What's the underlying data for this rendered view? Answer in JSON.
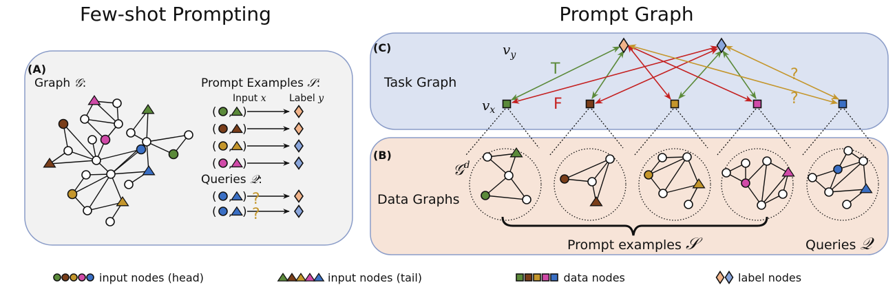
{
  "colors": {
    "green": "#5b8a3a",
    "brown": "#7a3e1a",
    "gold": "#c4962c",
    "pink": "#d04aa8",
    "blue": "#3a6fc4",
    "label_orange": "#f2b48a",
    "label_blue": "#8aa6dc",
    "edge_true": "#5b8a3a",
    "edge_false": "#c42020",
    "edge_query": "#c4962c",
    "panel_a_bg": "#f2f2f2",
    "panel_c_bg": "#dce3f2",
    "panel_b_bg": "#f7e4d8",
    "panel_border": "#8a9cc8"
  },
  "left": {
    "title": "Few-shot Prompting",
    "panel_tag": "(A)",
    "graph_label": "Graph",
    "graph_symbol": "𝒢",
    "graph_colon": ":",
    "prompt_examples_title": "Prompt Examples",
    "prompt_examples_symbol": "𝒮",
    "input_header": "Input",
    "input_symbol": "x",
    "label_header": "Label",
    "label_symbol": "y",
    "examples": [
      {
        "head": "green",
        "tail": "green",
        "label": "label_orange"
      },
      {
        "head": "brown",
        "tail": "brown",
        "label": "label_orange"
      },
      {
        "head": "gold",
        "tail": "gold",
        "label": "label_blue"
      },
      {
        "head": "pink",
        "tail": "pink",
        "label": "label_blue"
      }
    ],
    "queries_title": "Queries",
    "queries_symbol": "𝒬",
    "queries": [
      {
        "head": "blue",
        "tail": "blue",
        "label": "label_orange",
        "mark": "?"
      },
      {
        "head": "blue",
        "tail": "blue",
        "label": "label_blue",
        "mark": "?"
      }
    ]
  },
  "right": {
    "title": "Prompt Graph",
    "task_tag": "(C)",
    "task_label": "Task Graph",
    "vy_label": "v",
    "vy_sub": "y",
    "vx_label": "v",
    "vx_sub": "x",
    "true_label": "T",
    "false_label": "F",
    "query_marks": [
      "?",
      "?"
    ],
    "data_nodes": [
      "green",
      "brown",
      "gold",
      "pink",
      "blue"
    ],
    "label_nodes": [
      "label_orange",
      "label_blue"
    ],
    "data_tag": "(B)",
    "data_label": "Data Graphs",
    "gd_symbol": "𝒢",
    "gd_sup": "d",
    "prompt_examples_caption": "Prompt examples",
    "prompt_examples_symbol": "𝒮",
    "queries_caption": "Queries",
    "queries_symbol": "𝒬"
  },
  "legend": [
    {
      "shape": "circle",
      "colors": [
        "green",
        "brown",
        "gold",
        "pink",
        "blue"
      ],
      "text": "input nodes (head)"
    },
    {
      "shape": "triangle",
      "colors": [
        "green",
        "brown",
        "gold",
        "pink",
        "blue"
      ],
      "text": "input nodes (tail)"
    },
    {
      "shape": "square",
      "colors": [
        "green",
        "brown",
        "gold",
        "pink",
        "blue"
      ],
      "text": "data nodes"
    },
    {
      "shape": "diamond",
      "colors": [
        "label_orange",
        "label_blue"
      ],
      "text": "label nodes"
    }
  ]
}
